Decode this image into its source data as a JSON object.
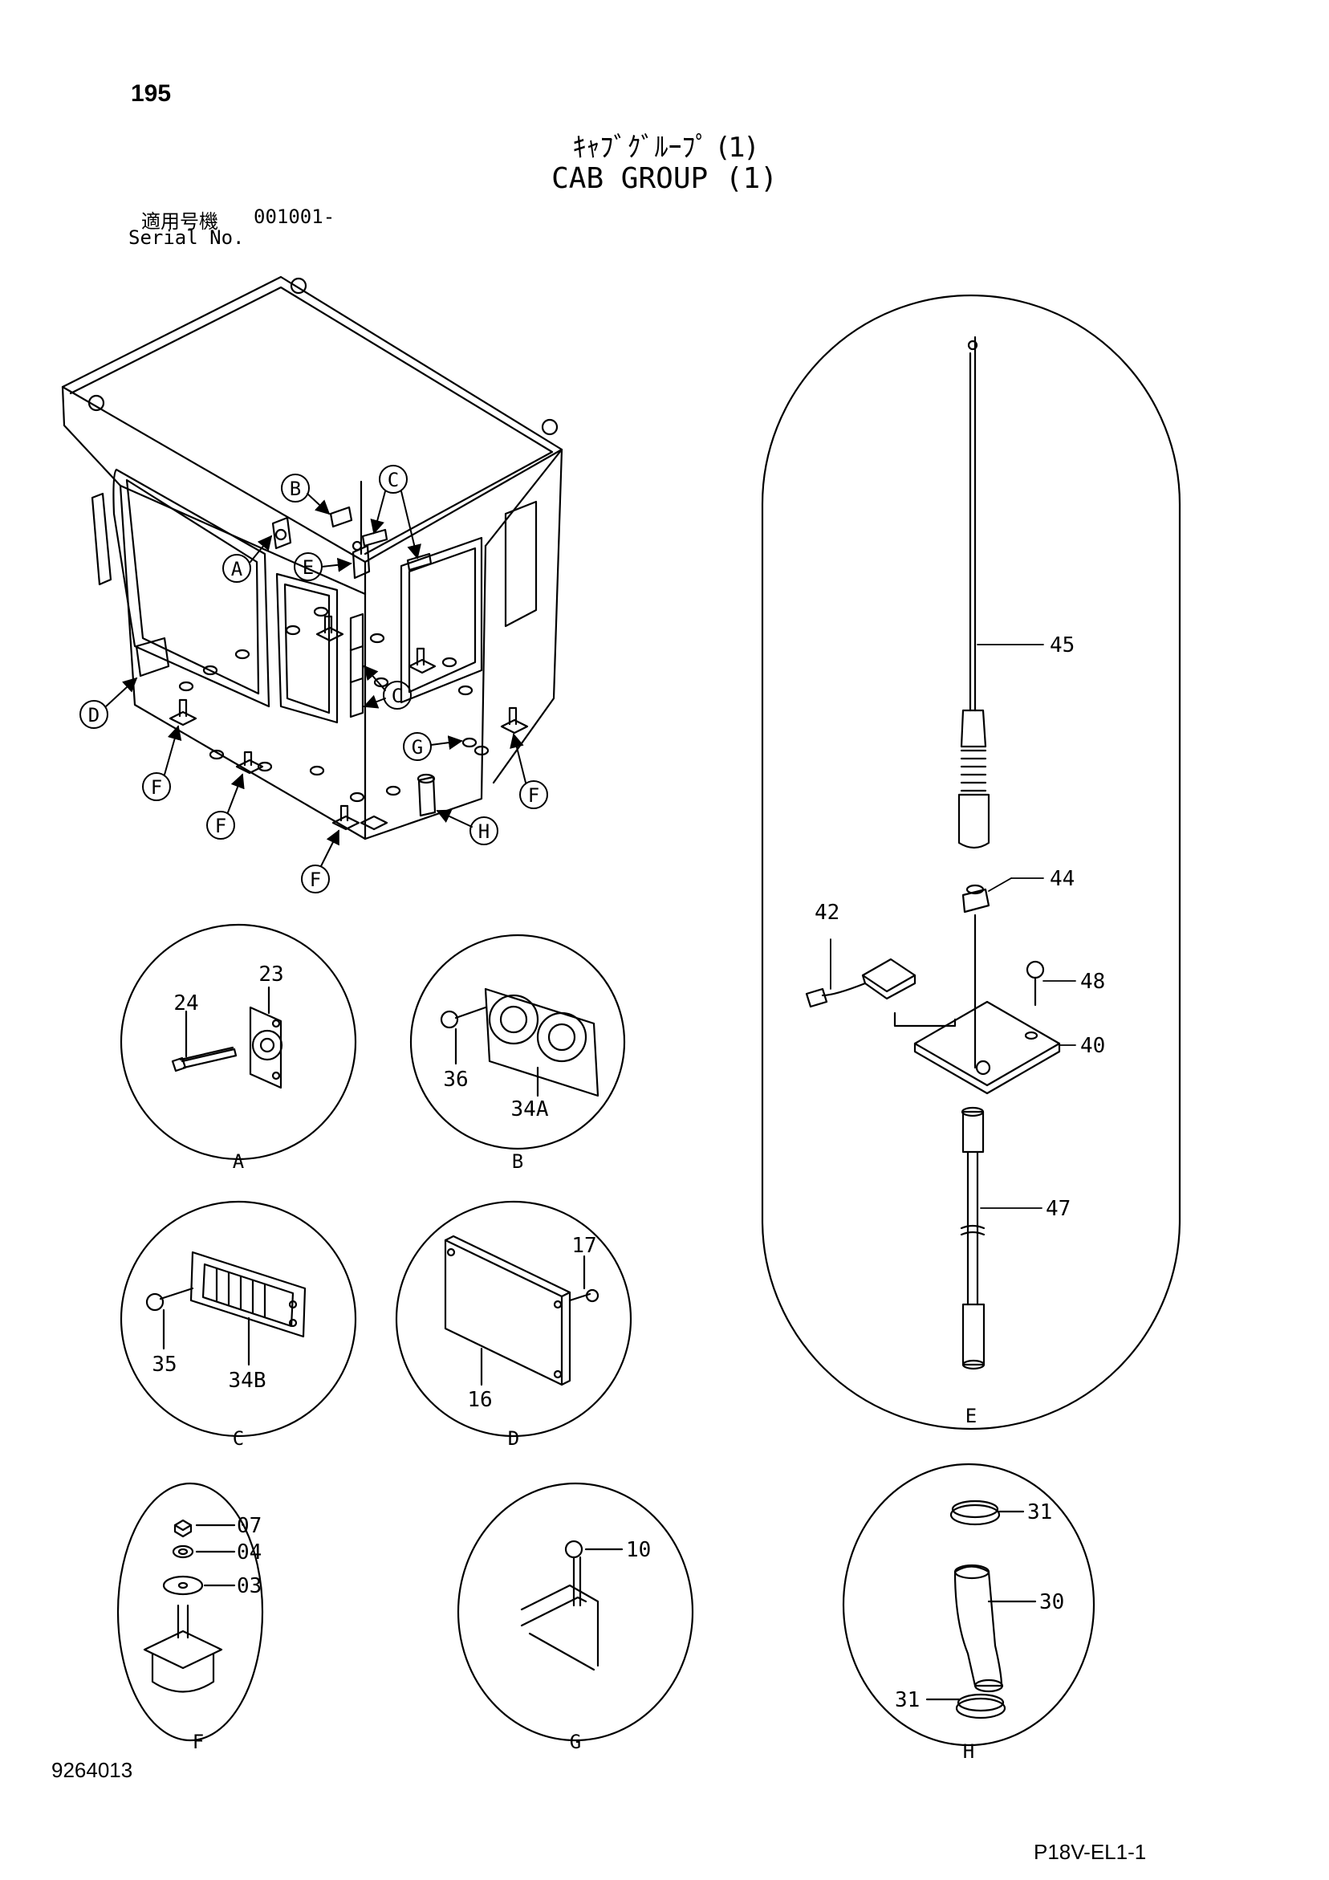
{
  "page_number": "195",
  "title_jp": "ｷｬﾌﾞｸﾞﾙｰﾌﾟ (1)",
  "title_en": "CAB GROUP (1)",
  "serial": {
    "label_jp": "適用号機",
    "value": "001001-",
    "label_en": "Serial No."
  },
  "callouts": {
    "A": "A",
    "B": "B",
    "C": "C",
    "D": "D",
    "E": "E",
    "F": "F",
    "G": "G",
    "H": "H"
  },
  "parts": {
    "p03": "03",
    "p04": "04",
    "p07": "07",
    "p10": "10",
    "p16": "16",
    "p17": "17",
    "p23": "23",
    "p24": "24",
    "p30": "30",
    "p31": "31",
    "p34A": "34A",
    "p34B": "34B",
    "p35": "35",
    "p36": "36",
    "p40": "40",
    "p42": "42",
    "p44": "44",
    "p45": "45",
    "p47": "47",
    "p48": "48"
  },
  "doc_number": "9264013",
  "page_code": "P18V-EL1-1"
}
